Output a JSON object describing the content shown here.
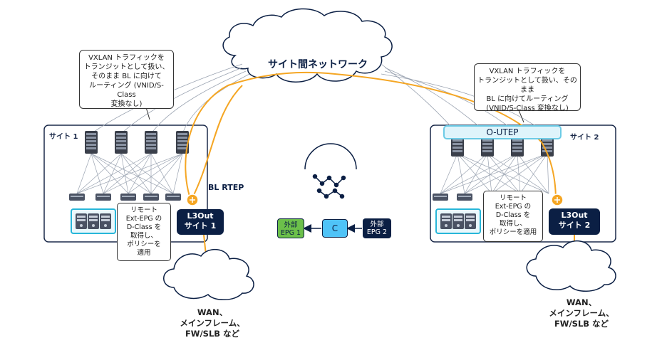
{
  "wan_cloud": {
    "label": "サイト間ネットワーク"
  },
  "callouts": {
    "left": "VXLAN トラフィックを\nトランジットとして扱い、\nそのまま BL に向けて\nルーティング (VNID/S-Class\n変換なし)",
    "right": "VXLAN トラフィックを\nトランジットとして扱い、そのまま\nBL に向けてルーティング\n(VNID/S-Class 変換なし)"
  },
  "sites": {
    "site1": {
      "label": "サイト 1",
      "rtep_label": "BL RTEP",
      "l3out": "L3Out\nサイト 1"
    },
    "site2": {
      "label": "サイト 2",
      "outep_label": "O-UTEP",
      "l3out": "L3Out\nサイト 2"
    }
  },
  "notes": {
    "site1": "リモート\nExt-EPG の\nD-Class を\n取得し、\nポリシーを\n適用",
    "site2": "リモート\nExt-EPG の\nD-Class を\n取得し、\nポリシーを適用"
  },
  "epgs": {
    "ext1": "外部\nEPG 1",
    "contract": "C",
    "ext2": "外部\nEPG 2"
  },
  "captions": {
    "site1": "WAN、\nメインフレーム、\nFW/SLB など",
    "site2": "WAN、\nメインフレーム、\nFW/SLB など"
  },
  "colors": {
    "path": "#f5a623",
    "site_border": "#1b2a4a",
    "l3out_bg": "#0b1f44",
    "epg_green": "#6cc04a",
    "contract_blue": "#4fc3f7",
    "outep_border": "#6ccbe6",
    "server_highlight": "#27b6d9"
  }
}
